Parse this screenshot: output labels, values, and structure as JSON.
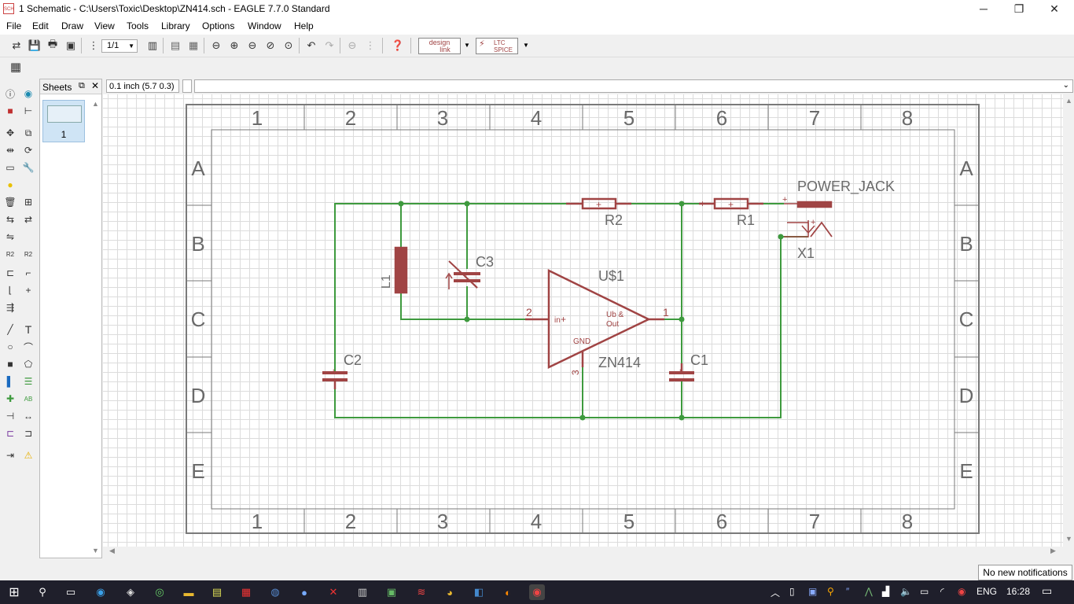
{
  "window": {
    "title": "1 Schematic - C:\\Users\\Toxic\\Desktop\\ZN414.sch - EAGLE 7.7.0 Standard",
    "app_icon_text": "SCH",
    "controls": {
      "minimize": "─",
      "restore": "❐",
      "close": "✕"
    }
  },
  "menu": [
    "File",
    "Edit",
    "Draw",
    "View",
    "Tools",
    "Library",
    "Options",
    "Window",
    "Help"
  ],
  "toolbar": {
    "sheet_select": "1/1",
    "designlink_label_1": "design",
    "designlink_label_2": "link",
    "ltspice_label_1": "LTC",
    "ltspice_label_2": "SPICE"
  },
  "sheets_panel": {
    "title": "Sheets",
    "pin_icon": "⧉",
    "close_icon": "✕",
    "sheet_number": "1"
  },
  "grid_display": "0.1 inch (5.7 0.3)",
  "command_value": "",
  "frame": {
    "columns": [
      "1",
      "2",
      "3",
      "4",
      "5",
      "6",
      "7",
      "8"
    ],
    "rows": [
      "A",
      "B",
      "C",
      "D",
      "E"
    ]
  },
  "schematic": {
    "parts": {
      "power_jack": "POWER_JACK",
      "r1": "R1",
      "r2": "R2",
      "x1": "X1",
      "l1": "L1",
      "c1": "C1",
      "c2": "C2",
      "c3": "C3",
      "u1_name": "U$1",
      "u1_value": "ZN414"
    },
    "pins": {
      "pin_in": "2",
      "pin_out": "1",
      "pin_gnd": "3",
      "in_label": "in",
      "out_label_1": "Ub &",
      "out_label_2": "Out",
      "gnd_label": "GND",
      "plus": "+"
    },
    "colors": {
      "wire": "#3e9a3e",
      "part": "#a04444",
      "frame": "#7a7a7a",
      "text": "#6a6a6a",
      "grid": "#dcdcdc"
    }
  },
  "notification": "No new notifications",
  "taskbar": {
    "language": "ENG",
    "time": "16:28"
  }
}
